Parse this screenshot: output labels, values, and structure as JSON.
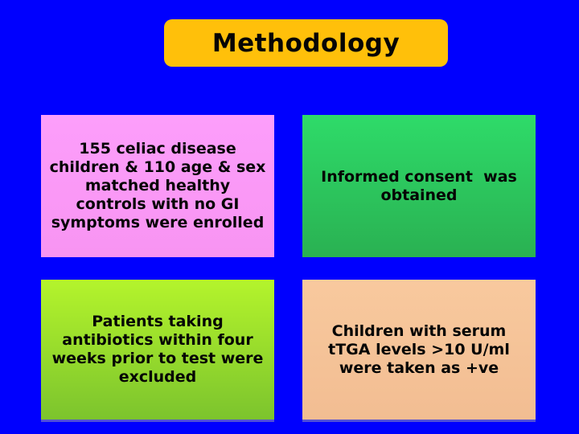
{
  "title": "Methodology",
  "colors": {
    "background": "#0000FE",
    "title_box": "#FFC00A",
    "card_enrollment": "#FC9EFB",
    "card_consent_top": "#2EDB69",
    "card_consent_bottom": "#2AB152",
    "card_exclusion_top": "#B4F42C",
    "card_exclusion_bottom": "#7CC42D",
    "card_ttga_top": "#F8C99E",
    "card_ttga_bottom": "#F2BD92",
    "text": "#050505"
  },
  "cards": [
    {
      "id": "enrollment",
      "lines": [
        "155 celiac disease",
        "children & 110 age & sex",
        "matched healthy",
        "controls with no GI",
        "symptoms were enrolled"
      ]
    },
    {
      "id": "consent",
      "lines": [
        "Informed consent  was",
        "obtained"
      ]
    },
    {
      "id": "exclusion",
      "lines": [
        "Patients taking",
        "antibiotics within four",
        "weeks prior to test were",
        "excluded"
      ]
    },
    {
      "id": "ttga_criteria",
      "lines": [
        "Children with serum",
        "tTGA levels >10 U/ml",
        "were taken as +ve"
      ]
    }
  ]
}
